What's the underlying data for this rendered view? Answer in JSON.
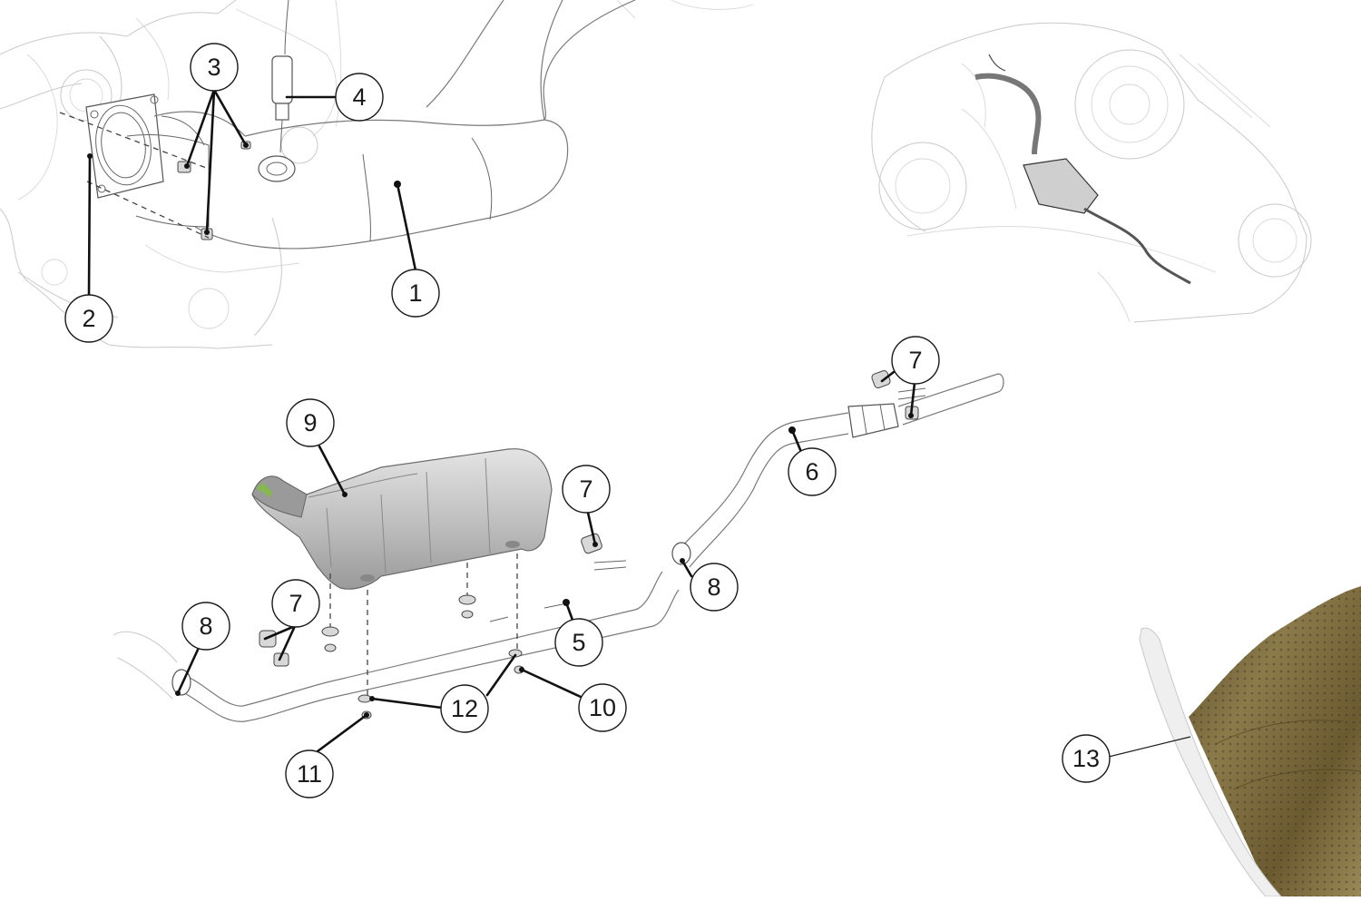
{
  "diagram": {
    "callouts": [
      {
        "id": "c1",
        "label": "1"
      },
      {
        "id": "c2",
        "label": "2"
      },
      {
        "id": "c3",
        "label": "3"
      },
      {
        "id": "c4",
        "label": "4"
      },
      {
        "id": "c5",
        "label": "5"
      },
      {
        "id": "c6",
        "label": "6"
      },
      {
        "id": "c7a",
        "label": "7"
      },
      {
        "id": "c7b",
        "label": "7"
      },
      {
        "id": "c7c",
        "label": "7"
      },
      {
        "id": "c8a",
        "label": "8"
      },
      {
        "id": "c8b",
        "label": "8"
      },
      {
        "id": "c9",
        "label": "9"
      },
      {
        "id": "c10",
        "label": "10"
      },
      {
        "id": "c11",
        "label": "11"
      },
      {
        "id": "c12",
        "label": "12"
      },
      {
        "id": "c13",
        "label": "13"
      }
    ]
  },
  "colors": {
    "line": "#1a1a1a",
    "ghost_lines": "#c9c9c9",
    "heat_shield": "#b5b5b5",
    "insulation_photo": "#7a6a3e",
    "badge_green": "#7fbf3f"
  }
}
